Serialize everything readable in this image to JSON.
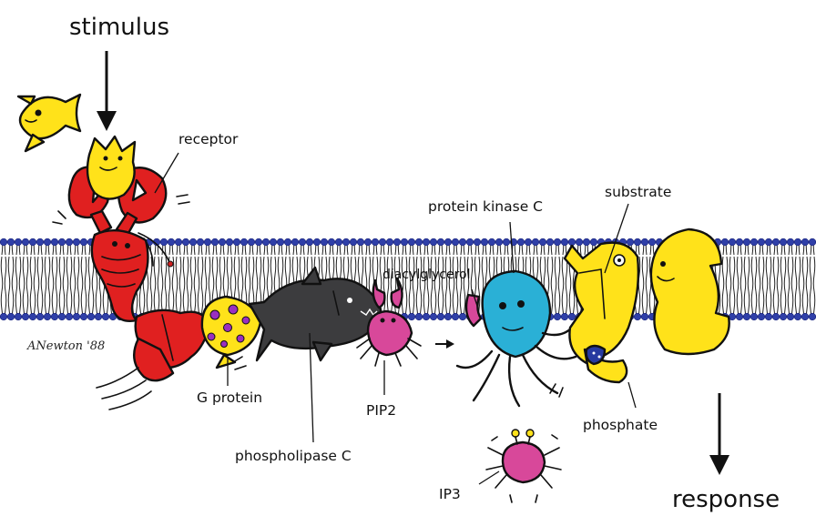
{
  "labels": {
    "stimulus": "stimulus",
    "receptor": "receptor",
    "g_protein": "G protein",
    "phospholipase_c": "phospholipase C",
    "pip2": "PIP2",
    "diacylglycerol": "diacylglycerol",
    "protein_kinase_c": "protein kinase C",
    "substrate": "substrate",
    "phosphate": "phosphate",
    "ip3": "IP3",
    "response": "response"
  },
  "signature": "ANewton '88",
  "colors": {
    "membrane_head": "#2f3fa8",
    "lobster": "#e02020",
    "fish_yellow": "#ffe21a",
    "phospholipase_fish": "#3c3c3e",
    "crab": "#d8489a",
    "octopus": "#2ab0d6",
    "g_protein_spots": "#9a2fc0",
    "phosphate_blue": "#263aa0"
  }
}
